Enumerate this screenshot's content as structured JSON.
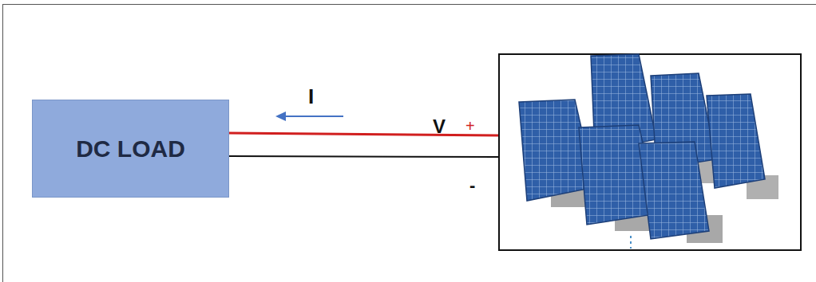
{
  "diagram": {
    "nodes": [
      {
        "text": [
          "DC LOAD"
        ]
      }
    ],
    "labels": [
      "I",
      "V",
      "+",
      "-"
    ]
  }
}
